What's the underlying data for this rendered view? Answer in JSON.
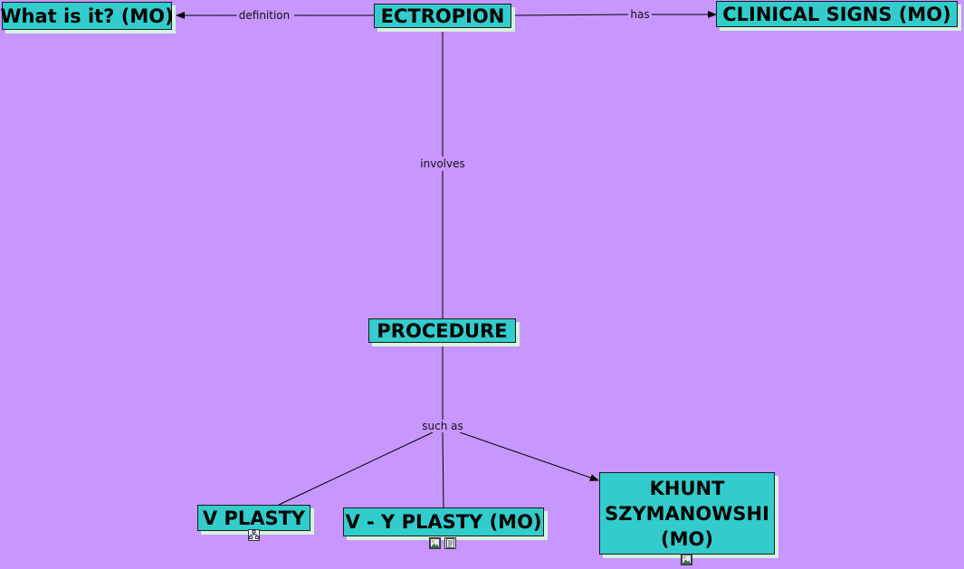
{
  "concepts": {
    "ectropion": "ECTROPION",
    "what_is_it": "What is it? (MO)",
    "clinical_signs": "CLINICAL SIGNS (MO)",
    "procedure": "PROCEDURE",
    "v_plasty": "V PLASTY",
    "vy_plasty": "V - Y PLASTY (MO)",
    "khunt": "KHUNT SZYMANOWSHI (MO)"
  },
  "links": {
    "definition": "definition",
    "has": "has",
    "involves": "involves",
    "such_as": "such as"
  },
  "resource_icons": {
    "v_plasty": [
      "concept-map-icon"
    ],
    "vy_plasty": [
      "image-icon",
      "document-icon"
    ],
    "khunt": [
      "image-icon"
    ]
  },
  "colors": {
    "background": "#c896ff",
    "concept_fill": "#33cccc",
    "concept_shadow": "#d4f5dc",
    "line": "#000000"
  }
}
